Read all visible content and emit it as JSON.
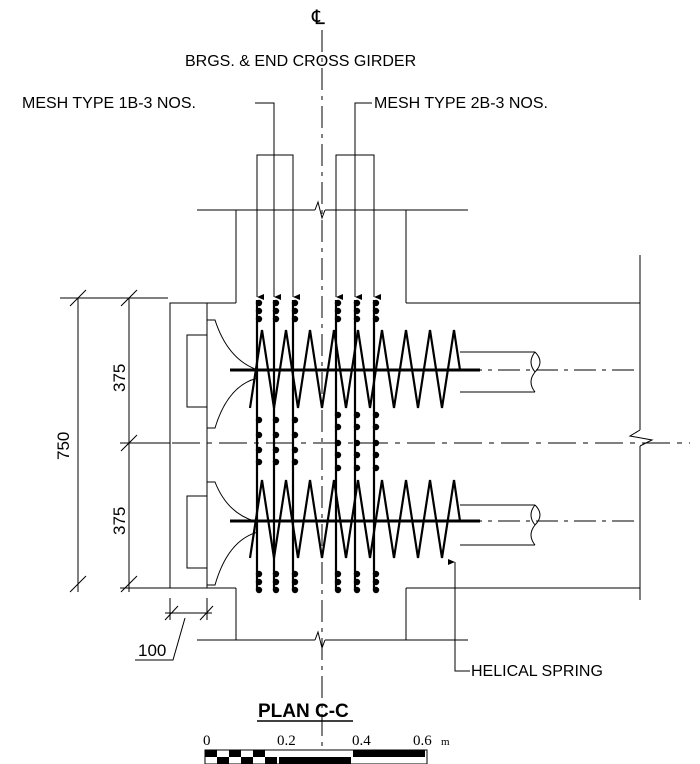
{
  "centerline_symbol": "℄",
  "labels": {
    "brgs": "BRGS. & END CROSS GIRDER",
    "mesh_1b": "MESH TYPE 1B-3 NOS.",
    "mesh_2b": "MESH TYPE 2B-3 NOS.",
    "helical": "HELICAL SPRING"
  },
  "dimensions": {
    "total": "750",
    "upper": "375",
    "lower": "375",
    "edge": "100"
  },
  "title": "PLAN C-C",
  "scale_bar": {
    "ticks": [
      "0",
      "0.2",
      "0.4",
      "0.6"
    ],
    "unit": "m"
  }
}
